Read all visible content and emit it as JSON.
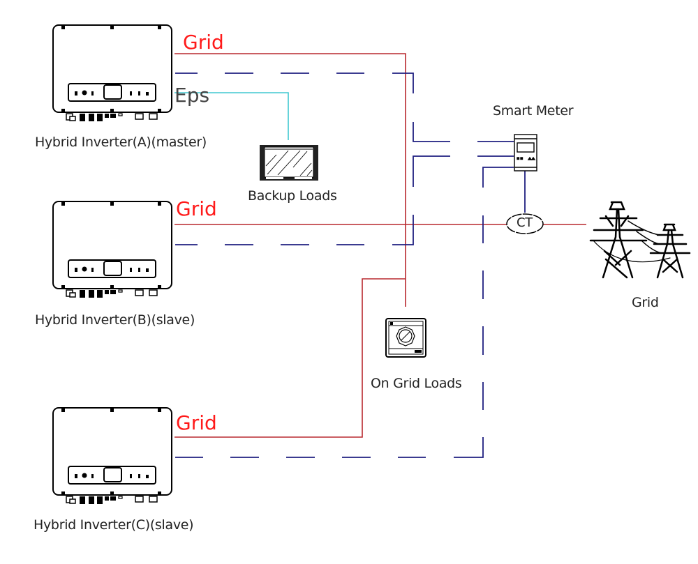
{
  "title": "Hybrid inverter parallel connection wiring diagram",
  "colors": {
    "grid_line": "#b8282e",
    "grid_label": "#ff1a1a",
    "comm_line": "#1f1f80",
    "eps_line": "#40c8d0",
    "device": "#000000",
    "label_text": "#222222",
    "eps_label": "#444444"
  },
  "inverters": [
    {
      "id": "A",
      "label": "Hybrid Inverter(A)(master)",
      "grid_label": "Grid",
      "eps_label": "Eps"
    },
    {
      "id": "B",
      "label": "Hybrid Inverter(B)(slave)",
      "grid_label": "Grid"
    },
    {
      "id": "C",
      "label": "Hybrid Inverter(C)(slave)",
      "grid_label": "Grid"
    }
  ],
  "backup_loads": {
    "label": "Backup Loads",
    "icon": "tv-monitor-icon"
  },
  "on_grid_loads": {
    "label": "On Grid Loads",
    "icon": "washing-machine-icon"
  },
  "smart_meter": {
    "label": "Smart Meter",
    "icon": "din-rail-meter-icon"
  },
  "ct": {
    "label": "CT"
  },
  "utility_grid": {
    "label": "Grid",
    "icon": "transmission-tower-icon"
  },
  "legend_line_types": {
    "grid": "solid red AC power line",
    "comm": "dashed dark-blue communication line",
    "eps": "solid cyan EPS backup line"
  }
}
